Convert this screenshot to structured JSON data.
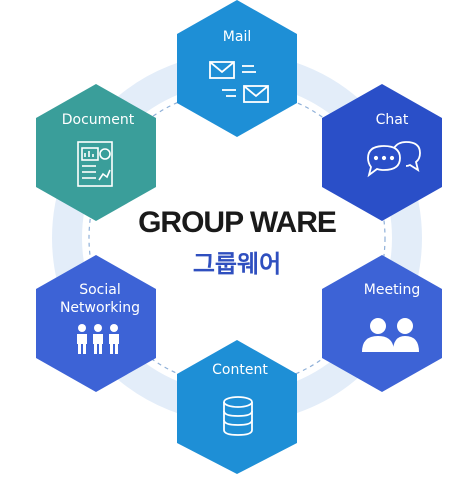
{
  "diagram": {
    "title": "GROUP WARE",
    "subtitle": "그룹웨어",
    "nodes": [
      {
        "id": "mail",
        "label": "Mail",
        "icon": "mail-icon",
        "color": "#1e8fd6"
      },
      {
        "id": "chat",
        "label": "Chat",
        "icon": "chat-icon",
        "color": "#2a4fc8"
      },
      {
        "id": "meeting",
        "label": "Meeting",
        "icon": "meeting-icon",
        "color": "#3d63d6"
      },
      {
        "id": "content",
        "label": "Content",
        "icon": "database-icon",
        "color": "#1e8fd6"
      },
      {
        "id": "social",
        "label": "Social\nNetworking",
        "icon": "people-icon",
        "color": "#3d63d6"
      },
      {
        "id": "document",
        "label": "Document",
        "icon": "document-icon",
        "color": "#3a9e9a"
      }
    ],
    "ring_color": "#e3edf9",
    "dash_color": "#8fb0d8"
  }
}
